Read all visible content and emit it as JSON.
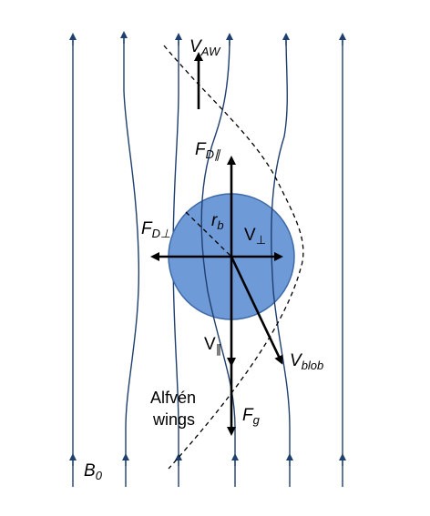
{
  "colors": {
    "blob_fill": "#6f9ad8",
    "blob_stroke": "#3f6aa8",
    "field_line": "#1f3f6e",
    "arrow": "#000000"
  },
  "labels": {
    "v_aw_main": "V",
    "v_aw_sub": "AW",
    "f_d_par_main": "F",
    "f_d_par_sub": "D∥",
    "f_d_perp_main": "F",
    "f_d_perp_sub": "D⊥",
    "r_b_main": "r",
    "r_b_sub": "b",
    "v_perp_main": "V",
    "v_perp_sub": "⊥",
    "v_par_main": "V",
    "v_par_sub": "∥",
    "v_blob_main": "V",
    "v_blob_sub": "blob",
    "alfven_line1": "Alfvén",
    "alfven_line2": "wings",
    "f_g_main": "F",
    "f_g_sub": "g",
    "b0_main": "B",
    "b0_sub": "0"
  }
}
